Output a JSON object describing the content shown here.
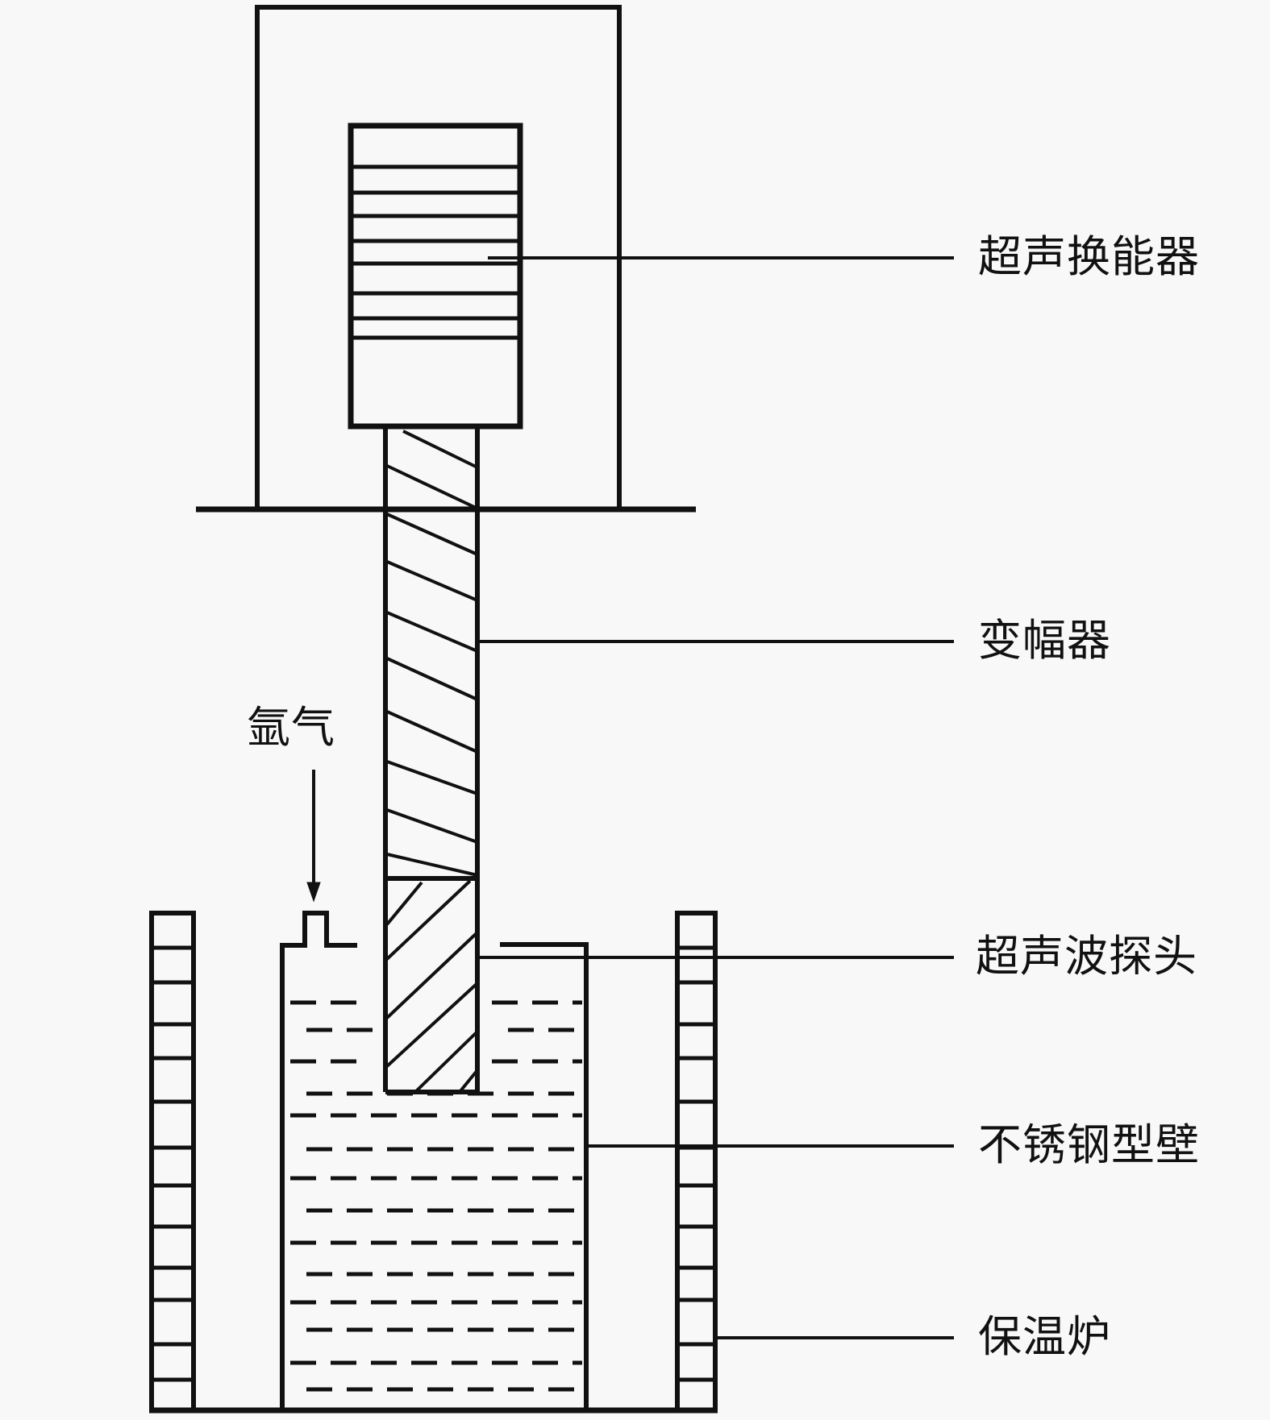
{
  "figure": {
    "type": "schematic",
    "subject": "ultrasonic melt treatment apparatus"
  },
  "labels": {
    "transducer": "超声换能器",
    "horn": "变幅器",
    "probe": "超声波探头",
    "mold_wall": "不锈钢型壁",
    "furnace": "保温炉",
    "argon": "氩气"
  },
  "colors": {
    "line": "#111111",
    "background": "#f8f8f8"
  },
  "components": [
    {
      "id": "transducer",
      "label_ref": "labels.transducer",
      "stack_layers": 8
    },
    {
      "id": "horn",
      "label_ref": "labels.horn",
      "hatch": "diagonal-down"
    },
    {
      "id": "probe",
      "label_ref": "labels.probe",
      "hatch": "diagonal-up"
    },
    {
      "id": "mold_wall",
      "label_ref": "labels.mold_wall",
      "contents": "melt (dashed lines)"
    },
    {
      "id": "furnace",
      "label_ref": "labels.furnace",
      "pattern": "brick"
    },
    {
      "id": "argon_inlet",
      "label_ref": "labels.argon",
      "arrow": "down"
    }
  ]
}
